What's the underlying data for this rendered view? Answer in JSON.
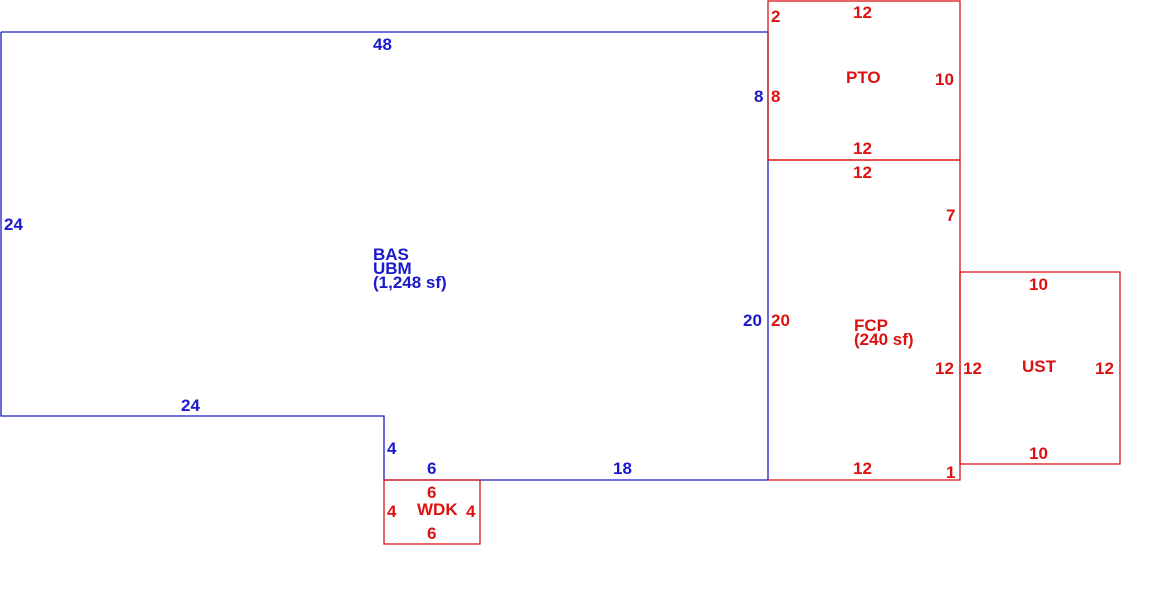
{
  "colors": {
    "main": "#1a1acc",
    "addition": "#dd1111"
  },
  "main_area": {
    "code1": "BAS",
    "code2": "UBM",
    "area": "(1,248 sf)",
    "dims": {
      "top": "48",
      "left": "24",
      "right": "20",
      "right_upper": "8",
      "bottom_left": "24",
      "step": "4",
      "bottom_mid": "6",
      "bottom_right": "18"
    }
  },
  "pto": {
    "code": "PTO",
    "dims": {
      "top": "12",
      "corner": "2",
      "left": "8",
      "right": "10",
      "bottom": "12"
    }
  },
  "fcp": {
    "code": "FCP",
    "area": "(240 sf)",
    "dims": {
      "top": "12",
      "left": "20",
      "right_upper": "7",
      "right_lower": "12",
      "bottom": "12",
      "corner": "1"
    }
  },
  "ust": {
    "code": "UST",
    "dims": {
      "top": "10",
      "left": "12",
      "right": "12",
      "bottom": "10"
    }
  },
  "wdk": {
    "code": "WDK",
    "dims": {
      "top": "6",
      "left": "4",
      "right": "4",
      "bottom": "6"
    }
  }
}
